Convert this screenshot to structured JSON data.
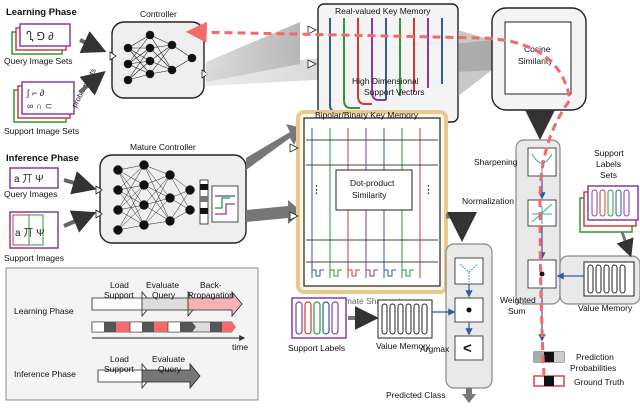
{
  "phases": {
    "learning": "Learning Phase",
    "inference": "Inference Phase"
  },
  "inputs": {
    "query_sets": "Query Image Sets",
    "support_sets": "Support Image Sets",
    "problem_sets": "problem sets",
    "query_images": "Query Images",
    "support_images": "Support Images",
    "support_labels": "Support Labels"
  },
  "blocks": {
    "controller": "Controller",
    "mature_controller": "Mature Controller",
    "real_memory": "Real-valued Key Memory",
    "hd_vectors_1": "High Dimensional",
    "hd_vectors_2": "Support Vectors",
    "bipolar_memory": "Bipolar/Binary Key Memory",
    "dot_product_1": "Dot-product",
    "dot_product_2": "Similarity",
    "cosine_1": "Cosine",
    "cosine_2": "Similarity",
    "approx_sharpening": "Approximate Sharpening",
    "value_memory_bottom": "Value Memory",
    "argmax": "Argmax",
    "predicted_class": "Predicted Class",
    "sharpening": "Sharpening",
    "normalization": "Normalization",
    "weighted_sum_1": "Weighted",
    "weighted_sum_2": "Sum",
    "value_memory_right": "Value Memory",
    "support_labels_sets_1": "Support",
    "support_labels_sets_2": "Labels",
    "support_labels_sets_3": "Sets",
    "prediction_1": "Prediction",
    "prediction_2": "Probabilities",
    "ground_truth": "Ground Truth"
  },
  "timeline": {
    "learning_label": "Learning Phase",
    "inference_label": "Inference Phase",
    "load_support_1": "Load",
    "load_support_2": "Support",
    "evaluate_query_1": "Evaluate",
    "evaluate_query_2": "Query",
    "back_prop_1": "Back-",
    "back_prop_2": "Propagation",
    "time": "time"
  },
  "colors": {
    "rail_blue": "#2f5aa8",
    "rail_green": "#2a9a3a",
    "rail_red": "#d23a3a",
    "rail_purple": "#8a3aa8",
    "feedback": "#f26a6a",
    "bipolar_border": "#e8c990"
  }
}
